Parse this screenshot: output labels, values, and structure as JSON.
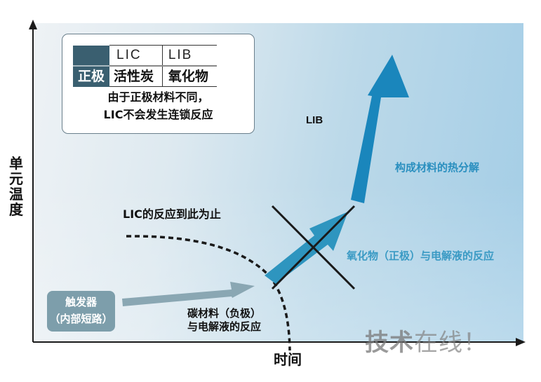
{
  "axes": {
    "y_label": "单元温度",
    "x_label": "时间"
  },
  "info_box": {
    "table": {
      "columns": [
        "",
        "LIC",
        "LIB"
      ],
      "rows": [
        {
          "label": "正极",
          "lic": "活性炭",
          "lib": "氧化物"
        }
      ]
    },
    "note_line1": "由于正极材料不同，",
    "note_line2": "LIC不会发生连锁反应"
  },
  "trigger": {
    "line1": "触发器",
    "line2": "（内部短路）"
  },
  "labels": {
    "lib": "LIB",
    "lic_stop": "LIC的反应到此为止",
    "carbon_reaction_line1": "碳材料（负极）",
    "carbon_reaction_line2": "与电解液的反应",
    "oxide_reaction": "氧化物（正极）与电解液的反应",
    "thermal_decomposition": "构成材料的热分解"
  },
  "watermark": {
    "bold": "技术",
    "rest": "在线！"
  },
  "colors": {
    "arrow_gray": "#8aa7b3",
    "arrow_teal": "#2e95bf",
    "arrow_blue": "#1a86bc",
    "table_header": "#3a5f70",
    "trigger_box": "#7d9eab",
    "label_blue": "#2a8fbf"
  }
}
